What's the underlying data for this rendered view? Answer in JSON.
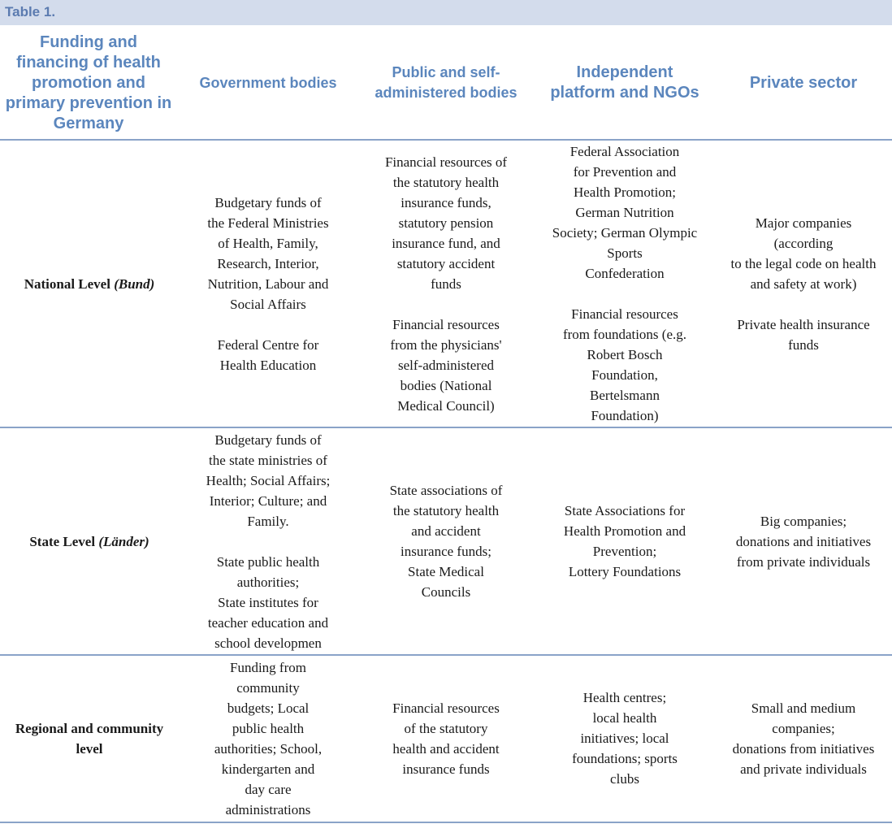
{
  "caption": "Table 1.",
  "headers": {
    "col0": "Funding and financing of health promotion and primary prevention in Germany",
    "col1": "Government bodies",
    "col2": "Public and self-administered bodies",
    "col3": "Independent platform and NGOs",
    "col4": "Private sector"
  },
  "rows": [
    {
      "label": "National Level",
      "label_italic": "(Bund)",
      "government": "Budgetary funds of\nthe Federal Ministries\nof Health, Family,\nResearch, Interior,\nNutrition, Labour and\nSocial Affairs\n\nFederal Centre for\nHealth Education",
      "public": "Financial resources of\nthe statutory health\ninsurance funds,\nstatutory pension\ninsurance fund, and\nstatutory accident\nfunds\n\nFinancial resources\nfrom the physicians'\nself-administered\nbodies (National\nMedical Council)",
      "ngo": "Federal Association\nfor Prevention and\nHealth Promotion;\nGerman Nutrition\nSociety; German Olympic\nSports\nConfederation\n\nFinancial resources\nfrom foundations (e.g.\nRobert Bosch\nFoundation,\nBertelsmann\nFoundation)",
      "private": "Major companies\n(according\nto the legal code on health\nand safety at work)\n\nPrivate health insurance\nfunds"
    },
    {
      "label": "State Level",
      "label_italic": "(Länder)",
      "government": "Budgetary funds of\nthe state ministries of\nHealth; Social Affairs;\nInterior; Culture; and\nFamily.\n\nState public health\nauthorities;\nState institutes for\nteacher education and\nschool developmen",
      "public": "State associations of\nthe statutory health\nand accident\ninsurance funds;\nState Medical\nCouncils",
      "ngo": "State Associations for\nHealth Promotion and\nPrevention;\nLottery Foundations",
      "private": "Big companies;\ndonations and initiatives\nfrom private individuals"
    },
    {
      "label": "Regional and community\nlevel",
      "label_italic": "",
      "government": "Funding from\ncommunity\nbudgets; Local\npublic health\nauthorities; School,\nkindergarten and\nday care\nadministrations",
      "public": "Financial resources\nof the statutory\nhealth and accident\ninsurance funds",
      "ngo": "Health centres;\nlocal health\ninitiatives; local\nfoundations; sports\nclubs",
      "private": "Small and medium\ncompanies;\ndonations from initiatives\nand private individuals"
    }
  ]
}
